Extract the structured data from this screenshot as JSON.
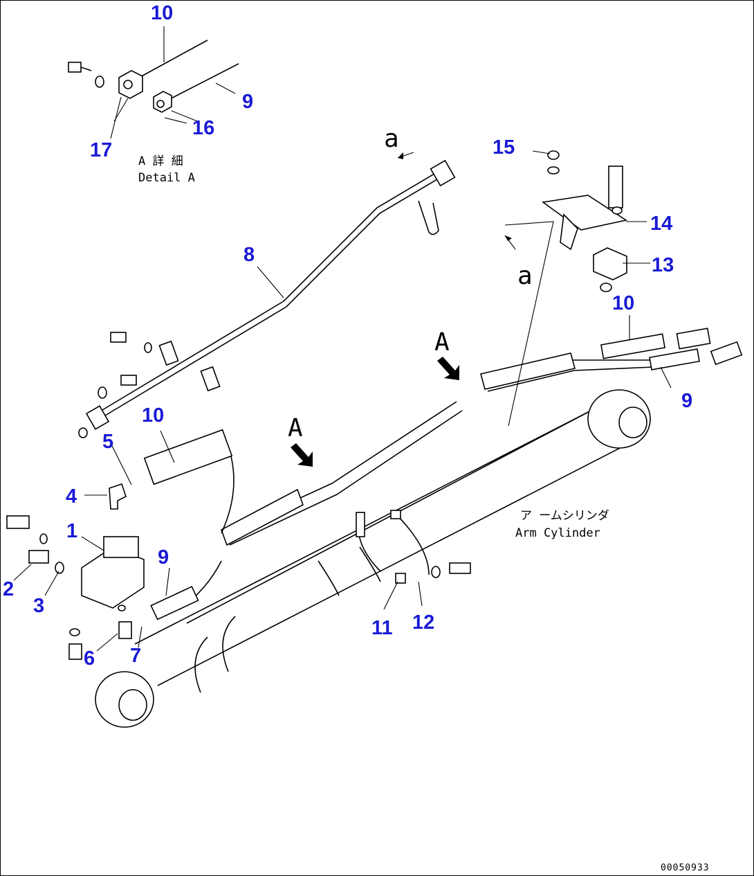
{
  "diagram": {
    "callouts": {
      "c1": "1",
      "c2": "2",
      "c3": "3",
      "c4": "4",
      "c5": "5",
      "c6": "6",
      "c7": "7",
      "c8": "8",
      "c9a": "9",
      "c9b": "9",
      "c9c": "9",
      "c10a": "10",
      "c10b": "10",
      "c10c": "10",
      "c11": "11",
      "c12": "12",
      "c13": "13",
      "c14": "14",
      "c15": "15",
      "c16": "16",
      "c17": "17"
    },
    "detail_a_jp": "A 詳 細",
    "detail_a_en": "Detail A",
    "arm_cylinder_jp": "ア ームシリンダ",
    "arm_cylinder_en": "Arm Cylinder",
    "view_arrow_1": "A",
    "view_arrow_2": "A",
    "ref_a_1": "a",
    "ref_a_2": "a",
    "drawing_code": "00050933"
  }
}
